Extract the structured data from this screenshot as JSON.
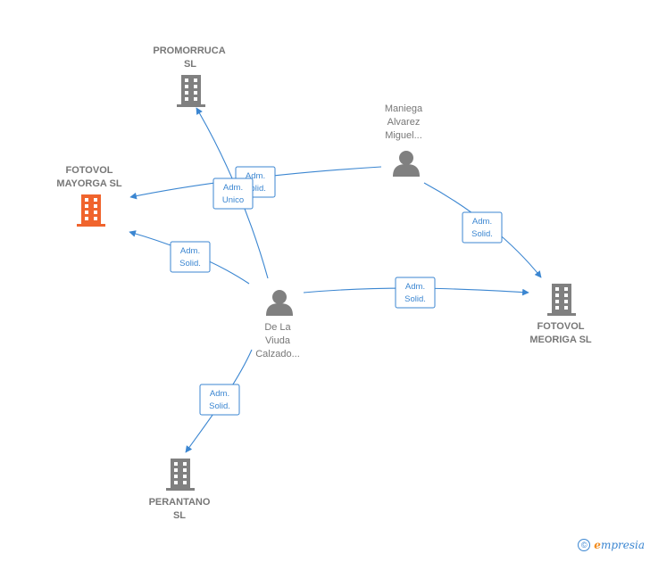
{
  "nodes": {
    "promorruca": {
      "lines": [
        "PROMORRUCA",
        "SL"
      ],
      "kind": "company",
      "color": "#808080"
    },
    "fotovol_mayorga": {
      "lines": [
        "FOTOVOL",
        "MAYORGA  SL"
      ],
      "kind": "company",
      "color": "#f0642d"
    },
    "maniega": {
      "lines": [
        "Maniega",
        "Alvarez",
        "Miguel..."
      ],
      "kind": "person",
      "color": "#808080"
    },
    "fotovol_meoriga": {
      "lines": [
        "FOTOVOL",
        "MEORIGA  SL"
      ],
      "kind": "company",
      "color": "#808080"
    },
    "de_la_viuda": {
      "lines": [
        "De La",
        "Viuda",
        "Calzado..."
      ],
      "kind": "person",
      "color": "#808080"
    },
    "perantano": {
      "lines": [
        "PERANTANO",
        "SL"
      ],
      "kind": "company",
      "color": "#808080"
    }
  },
  "edges": [
    {
      "from": "maniega",
      "to": "fotovol_mayorga",
      "label": [
        "Adm.",
        "Solid."
      ]
    },
    {
      "from": "de_la_viuda",
      "to": "promorruca",
      "label": [
        "Adm.",
        "Unico"
      ]
    },
    {
      "from": "de_la_viuda",
      "to": "fotovol_mayorga",
      "label": [
        "Adm.",
        "Solid."
      ]
    },
    {
      "from": "maniega",
      "to": "fotovol_meoriga",
      "label": [
        "Adm.",
        "Solid."
      ]
    },
    {
      "from": "de_la_viuda",
      "to": "fotovol_meoriga",
      "label": [
        "Adm.",
        "Solid."
      ]
    },
    {
      "from": "de_la_viuda",
      "to": "perantano",
      "label": [
        "Adm.",
        "Solid."
      ]
    }
  ],
  "colors": {
    "edge": "#3b86d1",
    "label_text": "#777777"
  },
  "footer": {
    "copyright_symbol": "©",
    "brand_initial": "e",
    "brand_rest": "mpresia"
  }
}
